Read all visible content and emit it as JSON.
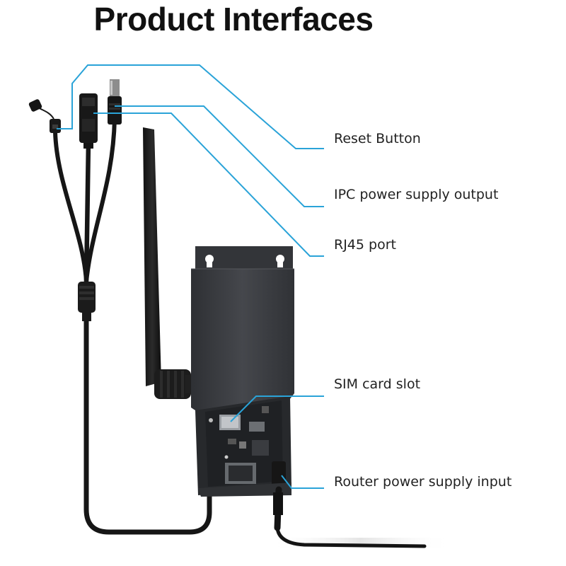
{
  "title": "Product Interfaces",
  "callouts": [
    {
      "label": "Reset Button"
    },
    {
      "label": "IPC power supply output"
    },
    {
      "label": "RJ45 port"
    },
    {
      "label": "SIM card slot"
    },
    {
      "label": "Router power supply input"
    }
  ],
  "colors": {
    "leader_line": "#2aa3d8",
    "device_body": "#3a3c40",
    "cable": "#1a1a1a",
    "text": "#222222"
  }
}
